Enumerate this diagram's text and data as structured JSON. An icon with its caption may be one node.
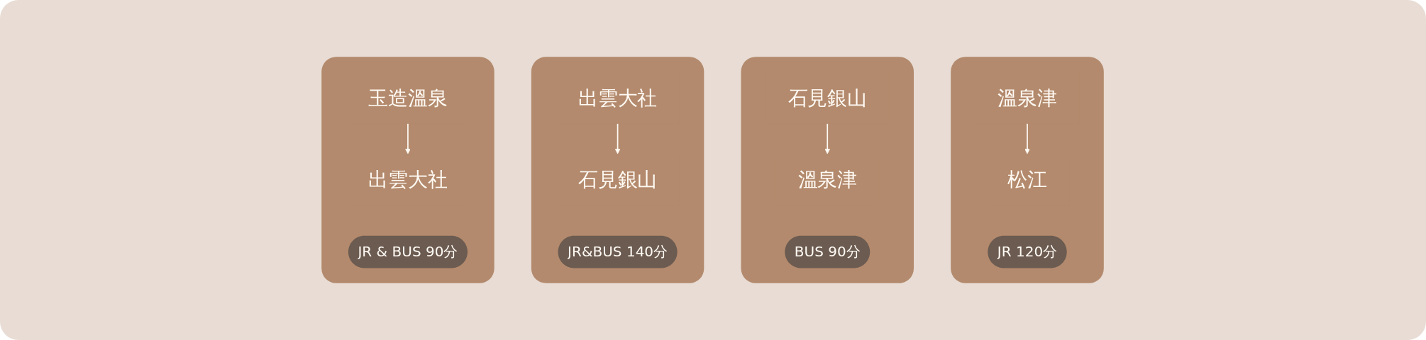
{
  "diagram": {
    "nodes": [
      {
        "text": [],
        "shape": "box"
      },
      {
        "text": [
          "玉造溫泉"
        ],
        "in": 0
      },
      {
        "text": [
          "出雲大社"
        ],
        "in": 0
      },
      {
        "text": [
          "JR & BUS 90分"
        ],
        "in": 0
      },
      {
        "text": [],
        "shape": "box"
      },
      {
        "text": [
          "出雲大社"
        ],
        "in": 4
      },
      {
        "text": [
          "石見銀山"
        ],
        "in": 4
      },
      {
        "text": [
          "JR&BUS 140分"
        ],
        "in": 4
      },
      {
        "text": [],
        "shape": "box"
      },
      {
        "text": [
          "石見銀山"
        ],
        "in": 8
      },
      {
        "text": [
          "溫泉津"
        ],
        "in": 8
      },
      {
        "text": [
          "BUS 90分"
        ],
        "in": 8
      },
      {
        "text": [],
        "shape": "box"
      },
      {
        "text": [
          "溫泉津"
        ],
        "in": 12
      },
      {
        "text": [
          "松江"
        ],
        "in": 12
      },
      {
        "text": [
          "JR 120分"
        ],
        "in": 12
      }
    ],
    "edges": [
      {
        "from": 1,
        "to": 2,
        "arrow": "to"
      },
      {
        "from": 5,
        "to": 6,
        "arrow": "to"
      },
      {
        "from": 9,
        "to": 10,
        "arrow": "to"
      },
      {
        "from": 13,
        "to": 14,
        "arrow": "to"
      }
    ]
  }
}
